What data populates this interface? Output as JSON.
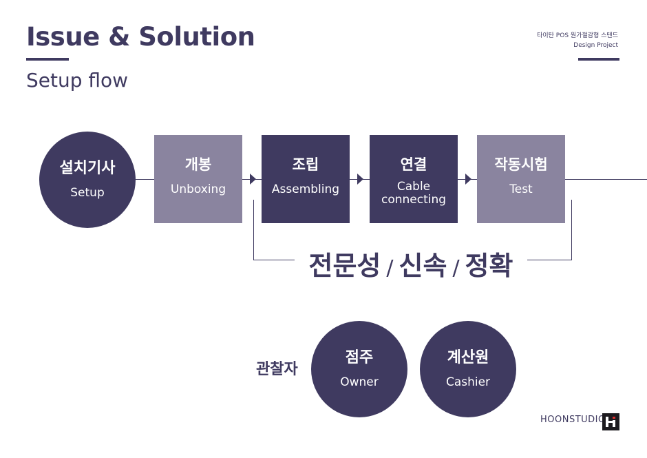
{
  "header": {
    "title": "Issue & Solution",
    "subtitle": "Setup flow",
    "project_line1": "타이탄 POS 원가절감형 스탠드",
    "project_line2": "Design Project"
  },
  "flow": {
    "start": {
      "ko": "설치기사",
      "en": "Setup"
    },
    "steps": [
      {
        "ko": "개봉",
        "en": "Unboxing",
        "shade": "light"
      },
      {
        "ko": "조립",
        "en": "Assembling",
        "shade": "dark"
      },
      {
        "ko": "연결",
        "en_line1": "Cable",
        "en_line2": "connecting",
        "shade": "dark"
      },
      {
        "ko": "작동시험",
        "en": "Test",
        "shade": "light"
      }
    ]
  },
  "keywords": {
    "k1": "전문성",
    "k2": "신속",
    "k3": "정확",
    "separator": "/"
  },
  "observers": {
    "label": "관찰자",
    "items": [
      {
        "ko": "점주",
        "en": "Owner"
      },
      {
        "ko": "계산원",
        "en": "Cashier"
      }
    ]
  },
  "footer": {
    "brand": "HOONSTUDIO"
  },
  "colors": {
    "dark": "#3f3a60",
    "light": "#8a849f",
    "logo": "#1d1b1f",
    "logo_accent": "#e03030"
  }
}
